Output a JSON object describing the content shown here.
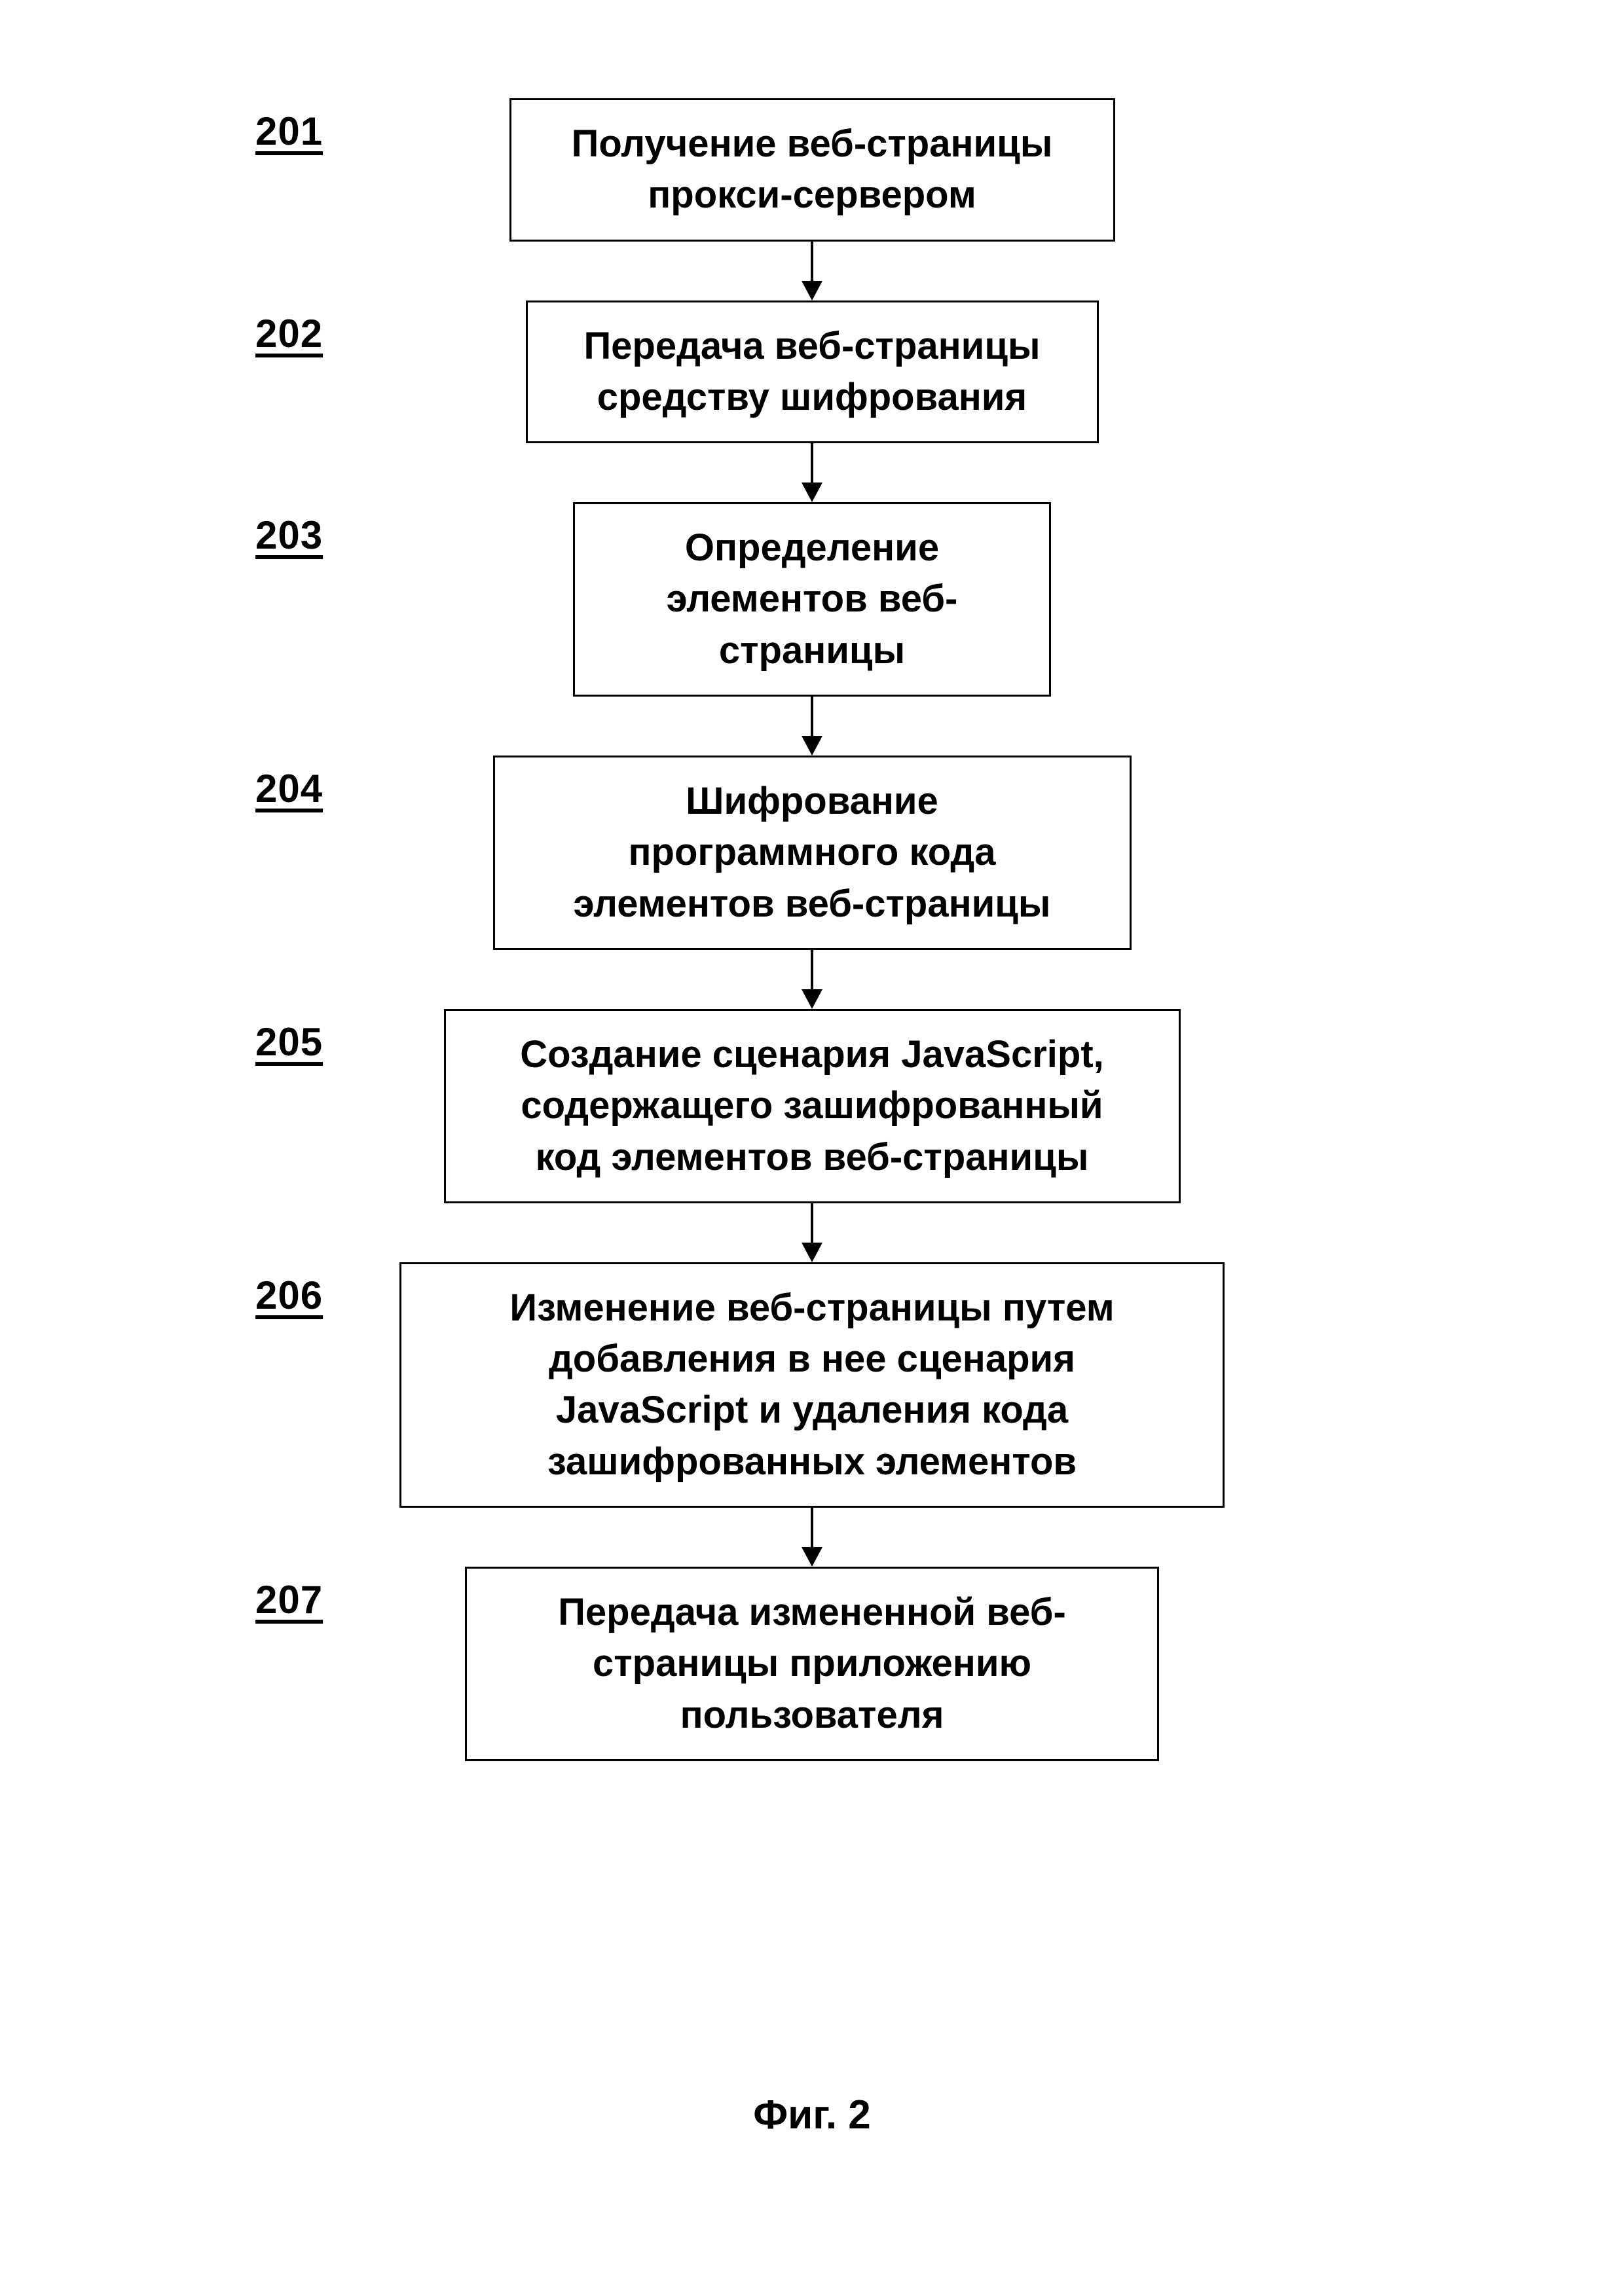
{
  "steps": [
    {
      "num": "201",
      "lines": [
        "Получение веб-страницы",
        "прокси-сервером"
      ]
    },
    {
      "num": "202",
      "lines": [
        "Передача веб-страницы",
        "средству шифрования"
      ]
    },
    {
      "num": "203",
      "lines": [
        "Определение",
        "элементов веб-",
        "страницы"
      ]
    },
    {
      "num": "204",
      "lines": [
        "Шифрование",
        "программного кода",
        "элементов веб-страницы"
      ]
    },
    {
      "num": "205",
      "lines": [
        "Создание сценария JavaScript,",
        "содержащего зашифрованный",
        "код элементов веб-страницы"
      ]
    },
    {
      "num": "206",
      "lines": [
        "Изменение веб-страницы путем",
        "добавления в нее сценария",
        "JavaScript и удаления кода",
        "зашифрованных элементов"
      ]
    },
    {
      "num": "207",
      "lines": [
        "Передача измененной веб-",
        "страницы приложению",
        "пользователя"
      ]
    }
  ],
  "caption": "Фиг. 2"
}
